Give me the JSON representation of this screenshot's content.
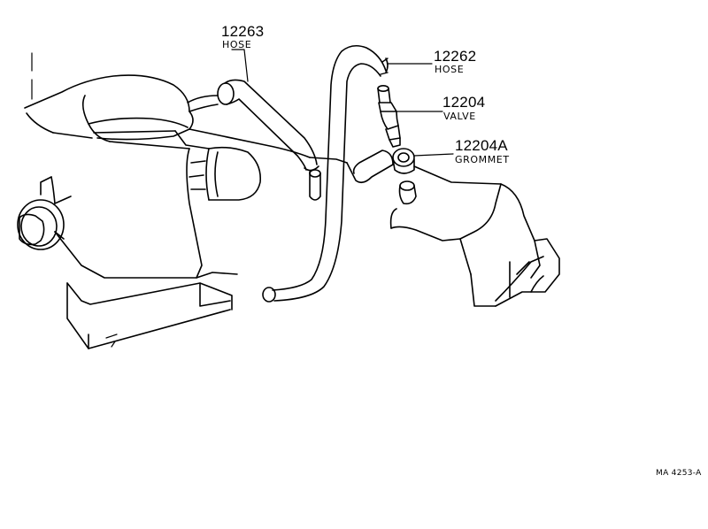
{
  "callouts": [
    {
      "id": "hose-12263",
      "number": "12263",
      "name": "HOSE"
    },
    {
      "id": "hose-12262",
      "number": "12262",
      "name": "HOSE"
    },
    {
      "id": "valve-12204",
      "number": "12204",
      "name": "VALVE"
    },
    {
      "id": "grommet-12204a",
      "number": "12204A",
      "name": "GROMMET"
    }
  ],
  "diagram_code": "MA 4253-A",
  "colors": {
    "ink": "#000000",
    "paper": "#ffffff"
  }
}
